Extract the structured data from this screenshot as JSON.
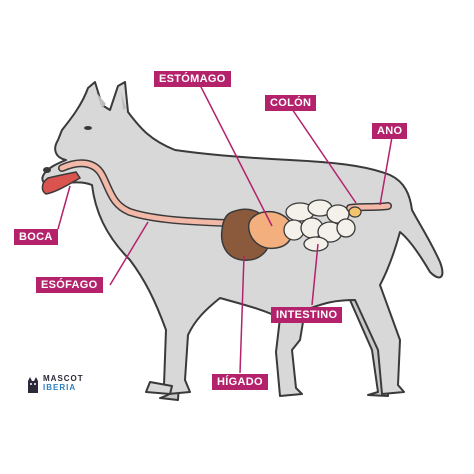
{
  "labels": {
    "boca": "BOCA",
    "esofago": "ESÓFAGO",
    "estomago": "ESTÓMAGO",
    "colon": "COLÓN",
    "ano": "ANO",
    "intestino": "INTESTINO",
    "higado": "HÍGADO"
  },
  "logo": {
    "line1": "MASCOT",
    "line2": "IBERIA"
  },
  "colors": {
    "label_bg": "#b3226b",
    "body": "#d8d8d8",
    "esophagus": "#f2b8a8",
    "stomach": "#f3b07e",
    "liver": "#8b5a3c",
    "intestine": "#f4f1ea",
    "tongue": "#d9534f",
    "logo_dark": "#2a2a3a",
    "logo_accent": "#2f7fbf"
  }
}
